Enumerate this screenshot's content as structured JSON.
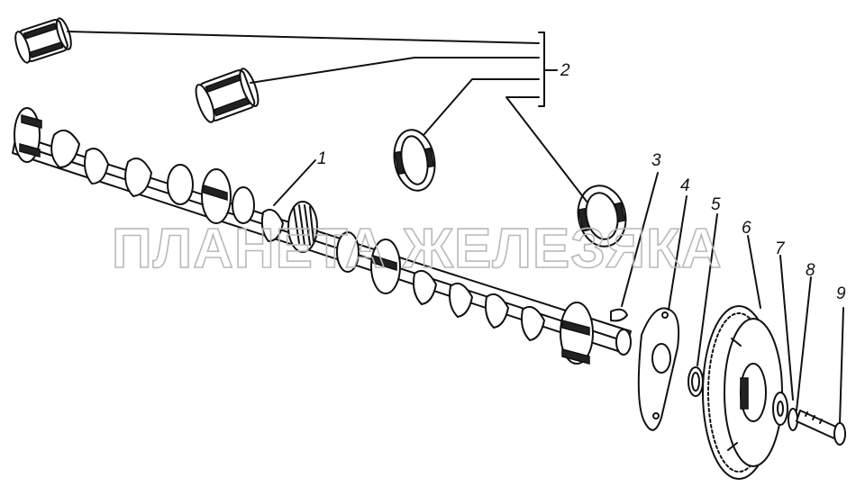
{
  "watermark": "ПЛАНЕТА ЖЕЛЕЗЯКА",
  "callouts": [
    "1",
    "2",
    "3",
    "4",
    "5",
    "6",
    "7",
    "8",
    "9"
  ]
}
